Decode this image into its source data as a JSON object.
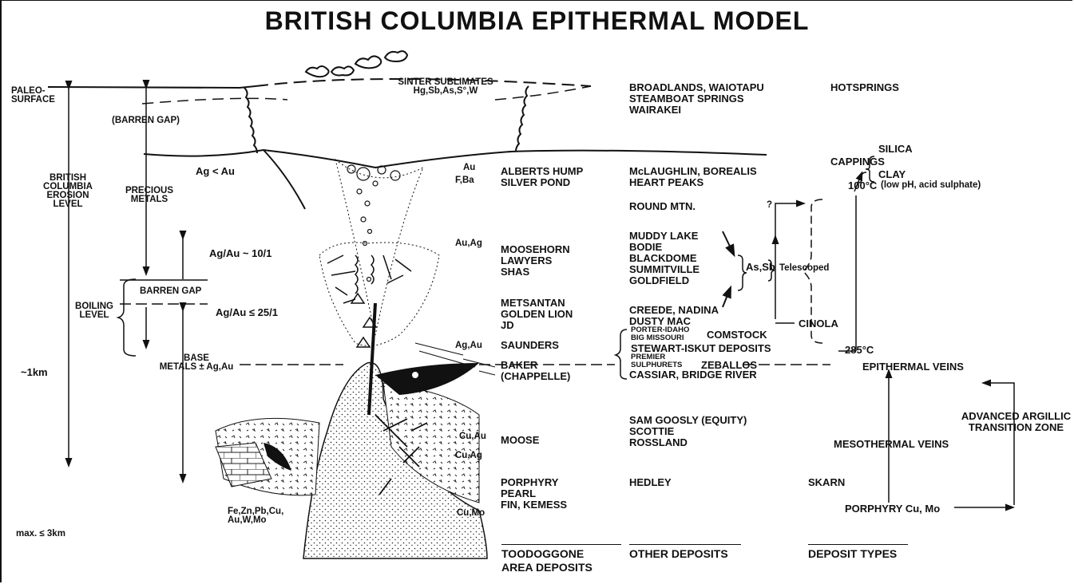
{
  "title": "BRITISH COLUMBIA EPITHERMAL MODEL",
  "left": {
    "paleo_surface": "PALEO-\nSURFACE",
    "erosion_level": "BRITISH\nCOLUMBIA\nEROSION\nLEVEL",
    "barren_gap_upper": "(BARREN GAP)",
    "ag_lt_au": "Ag < Au",
    "precious_metals": "PRECIOUS\nMETALS",
    "ag_au_10": "Ag/Au ~ 10/1",
    "barren_gap": "BARREN GAP",
    "ag_au_25": "Ag/Au ≤ 25/1",
    "boiling_level": "BOILING\nLEVEL",
    "base_metals": "BASE\nMETALS ± Ag,Au",
    "one_km": "~1km",
    "max_3km": "max. ≤ 3km",
    "skarn_metals": "Fe,Zn,Pb,Cu,\nAu,W,Mo"
  },
  "sinter": "SINTER SUBLIMATES\nHg,Sb,As,S°,W",
  "metals": {
    "au": "Au",
    "f_ba": "F,Ba",
    "au_ag": "Au,Ag",
    "ag_au": "Ag,Au",
    "cu_au": "Cu,Au",
    "cu_ag": "Cu,Ag",
    "cu_mo": "Cu,Mo"
  },
  "toodoggone": {
    "alberts": "ALBERTS HUMP\nSILVER POND",
    "moosehorn": "MOOSEHORN\nLAWYERS\nSHAS",
    "metsantan": "METSANTAN\nGOLDEN LION\nJD",
    "saunders": "SAUNDERS",
    "baker": "BAKER\n(CHAPPELLE)",
    "moose": "MOOSE",
    "porphyry": "PORPHYRY\nPEARL\nFIN, KEMESS",
    "header": "TOODOGGONE\nAREA DEPOSITS"
  },
  "other": {
    "broadlands": "BROADLANDS, WAIOTAPU\nSTEAMBOAT SPRINGS\nWAIRAKEI",
    "mclaughlin": "McLAUGHLIN, BOREALIS\nHEART PEAKS",
    "round_mtn": "ROUND MTN.",
    "muddy_lake": "MUDDY LAKE\nBODIE\nBLACKDOME\nSUMMITVILLE\nGOLDFIELD",
    "as_sb": "As,Sb",
    "telescoped": "Telescoped",
    "creede": "CREEDE, NADINA\nDUSTY MAC",
    "porter": "PORTER-IDAHO\nBIG MISSOURI",
    "comstock": "COMSTOCK",
    "stewart": "STEWART-ISKUT DEPOSITS",
    "premier": "PREMIER\nSULPHURETS",
    "zeballos": "ZEBALLOS",
    "cassiar": "CASSIAR, BRIDGE RIVER",
    "sam": "SAM GOOSLY (EQUITY)\nSCOTTIE\nROSSLAND",
    "hedley": "HEDLEY",
    "question": "?",
    "cinola": "CINOLA",
    "header": "OTHER DEPOSITS"
  },
  "types": {
    "hotsprings": "HOTSPRINGS",
    "cappings": "CAPPINGS",
    "silica": "SILICA",
    "clay": "CLAY",
    "clay_note": "(low pH, acid sulphate)",
    "t100": "100°C",
    "t285": "285°C",
    "epithermal": "EPITHERMAL VEINS",
    "advanced": "ADVANCED ARGILLIC\nTRANSITION ZONE",
    "mesothermal": "MESOTHERMAL VEINS",
    "skarn": "SKARN",
    "porphyry_cu": "PORPHYRY Cu, Mo",
    "header": "DEPOSIT TYPES"
  }
}
